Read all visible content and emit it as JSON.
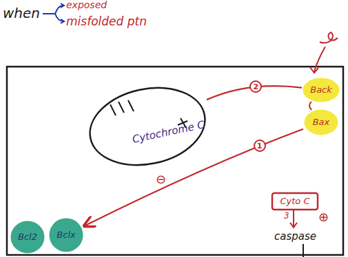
{
  "diagram": {
    "nodes": [
      {
        "text": [
          "Cytochrome C"
        ]
      },
      {
        "text": [
          "Back"
        ]
      },
      {
        "text": [
          "Bax"
        ]
      },
      {
        "text": [
          "Bcl2"
        ]
      },
      {
        "text": [
          "Bclx"
        ]
      },
      {
        "text": [
          "Cyto C"
        ]
      }
    ],
    "edges": [
      {
        "from": 1,
        "to": 0,
        "label": "2",
        "arrow": "none"
      },
      {
        "from": 2,
        "to": 4,
        "label": "1",
        "arrow": "to"
      }
    ],
    "labels": [
      "when",
      "exposed",
      "misfolded ptn",
      "⊖",
      "3",
      "⊕",
      "caspase"
    ]
  }
}
